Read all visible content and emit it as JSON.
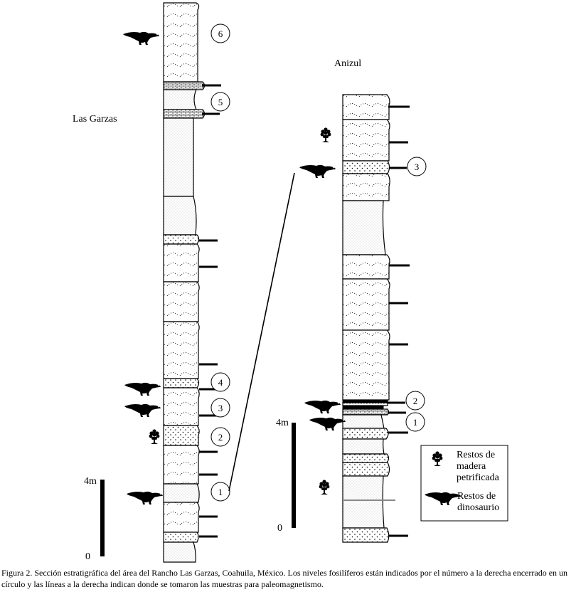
{
  "sections": {
    "las_garzas": {
      "title": "Las Garzas",
      "levels": [
        "6",
        "5",
        "4",
        "3",
        "2",
        "1"
      ]
    },
    "anizul": {
      "title": "Anizul",
      "levels": [
        "3",
        "2",
        "1"
      ]
    }
  },
  "scale_bars": [
    {
      "top_label": "4m",
      "bottom_label": "0"
    },
    {
      "top_label": "4m",
      "bottom_label": "0"
    }
  ],
  "legend": {
    "wood_label": [
      "Restos de",
      "madera",
      "petrificada"
    ],
    "dino_label": [
      "Restos de",
      "dinosaurio"
    ],
    "wood_icon": "petrified-wood-tree-icon",
    "dino_icon": "dinosaur-icon"
  },
  "caption": "Figura 2. Sección estratigráfica del área del Rancho Las Garzas, Coahuila, México. Los niveles fosilíferos están indicados por el número a la derecha encerrado en un círculo y las líneas a la derecha indican donde se tomaron las muestras para paleomagnetismo."
}
